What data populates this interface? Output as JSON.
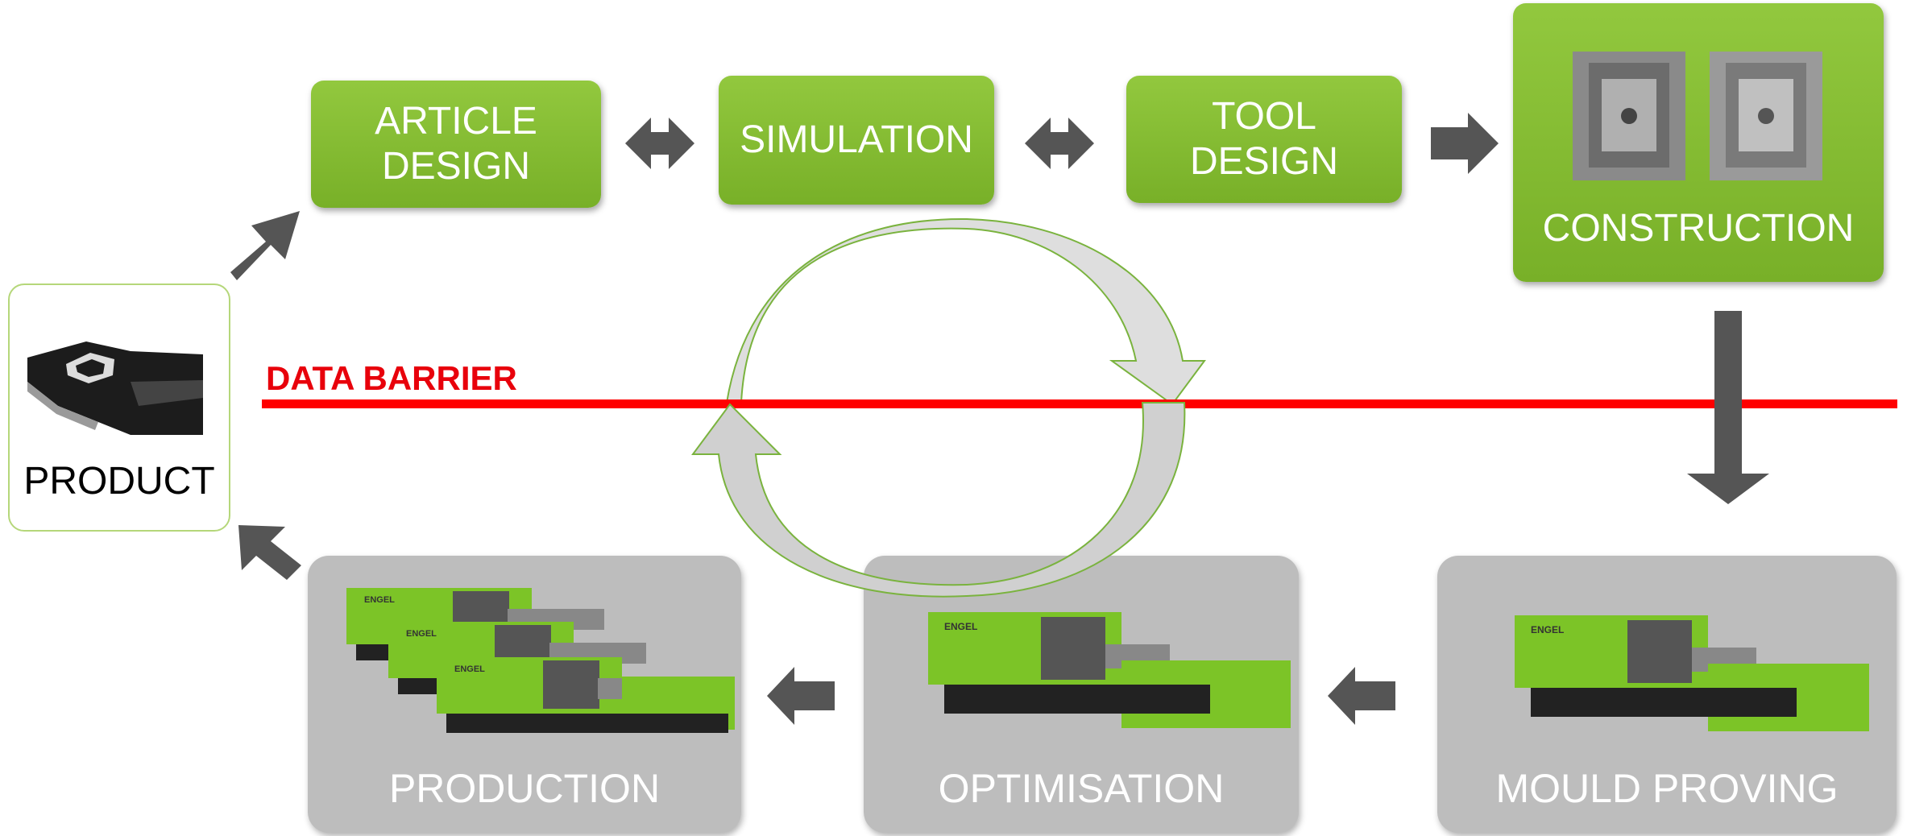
{
  "product": {
    "label": "PRODUCT"
  },
  "barrier": {
    "label": "DATA BARRIER",
    "color": "#e8000b"
  },
  "top_steps": [
    {
      "line1": "ARTICLE",
      "line2": "DESIGN"
    },
    {
      "line1": "SIMULATION",
      "line2": ""
    },
    {
      "line1": "TOOL",
      "line2": "DESIGN"
    },
    {
      "line1": "CONSTRUCTION",
      "line2": ""
    }
  ],
  "bottom_steps": [
    {
      "label": "PRODUCTION"
    },
    {
      "label": "OPTIMISATION"
    },
    {
      "label": "MOULD PROVING"
    }
  ],
  "colors": {
    "green": "#8cc43a",
    "grey_box": "#bdbdbd",
    "arrow": "#555555"
  },
  "machine_brand": "ENGEL"
}
